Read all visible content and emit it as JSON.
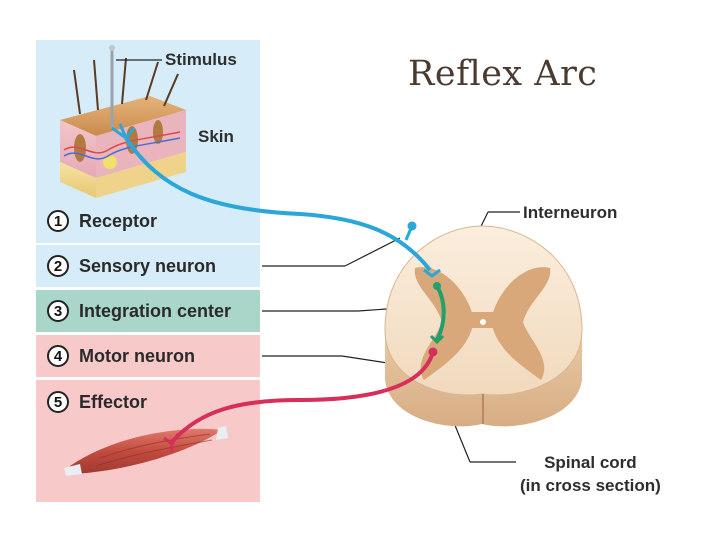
{
  "title": "Reflex Arc",
  "labels": {
    "stimulus": "Stimulus",
    "skin": "Skin",
    "interneuron": "Interneuron",
    "spinal_cord_line1": "Spinal cord",
    "spinal_cord_line2": "(in cross section)"
  },
  "steps": [
    {
      "number": "1",
      "label": "Receptor"
    },
    {
      "number": "2",
      "label": "Sensory neuron"
    },
    {
      "number": "3",
      "label": "Integration center"
    },
    {
      "number": "4",
      "label": "Motor neuron"
    },
    {
      "number": "5",
      "label": "Effector"
    }
  ],
  "colors": {
    "sensory_neuron": "#2aa6d9",
    "interneuron": "#22a06b",
    "motor_neuron": "#d62f5a",
    "panel_blue": "#d6ecf9",
    "panel_green": "#a9d6c8",
    "panel_pink": "#f7c9c9"
  }
}
